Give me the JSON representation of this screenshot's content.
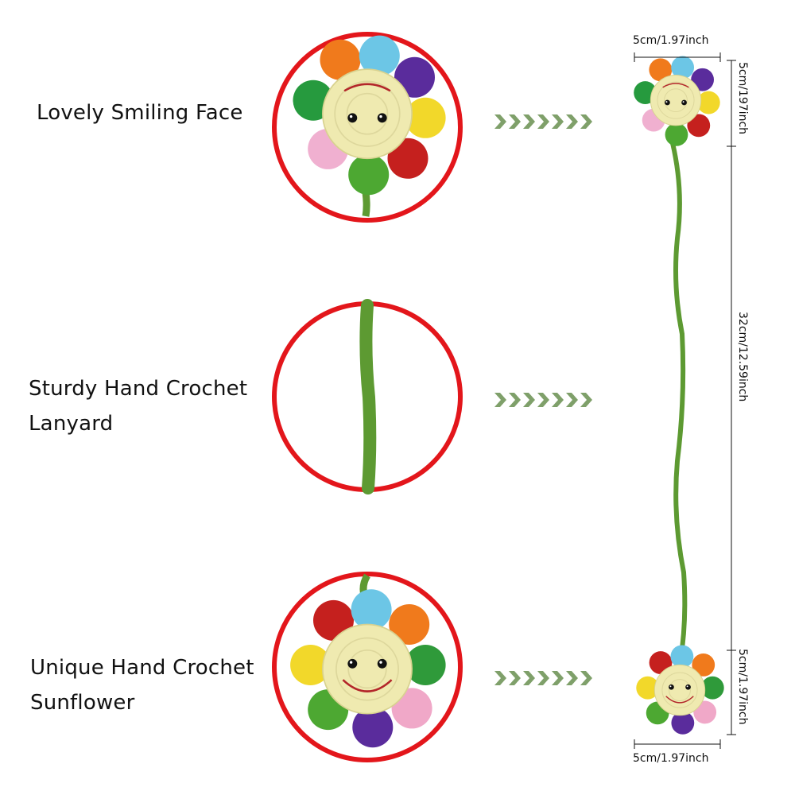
{
  "features": [
    {
      "lines": [
        "Lovely Smiling Face"
      ]
    },
    {
      "lines": [
        "Sturdy Hand Crochet",
        "Lanyard"
      ]
    },
    {
      "lines": [
        "Unique Hand Crochet",
        "Sunflower"
      ]
    }
  ],
  "dimensions": {
    "top_width": "5cm/1.97inch",
    "top_height": "5cm/197inch",
    "lanyard_length": "32cm/12.59inch",
    "bottom_height": "5cm/1.97inch",
    "bottom_width": "5cm/1.97inch"
  },
  "colors": {
    "ring": "#e3161b",
    "arrow": "#7fa06a",
    "yarn_green": "#5d9a32",
    "face": "#efeab0"
  }
}
